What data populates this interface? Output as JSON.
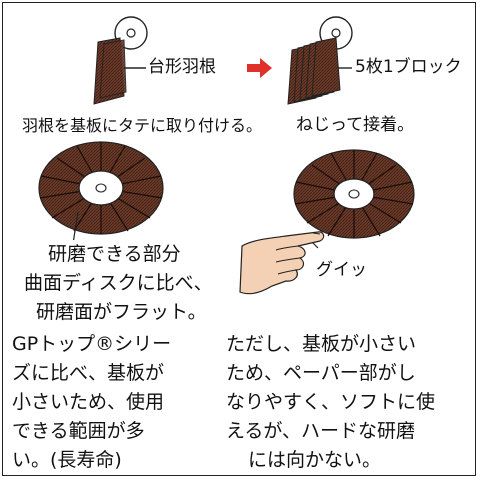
{
  "labels": {
    "trapezoid_blade": "台形羽根",
    "five_per_block": "5枚1ブロック",
    "attach_vertically": "羽根を基板にタテに取り付ける。",
    "twist_glue": "ねじって接着。",
    "squish": "グイッ"
  },
  "left_text": {
    "lines": [
      "研磨できる部分",
      "曲面ディスクに比べ、",
      "研磨面がフラット。"
    ]
  },
  "gp_text": {
    "lines": [
      "GPトップ®シリー",
      "ズに比べ、基板が",
      "小さいため、使用",
      "できる範囲が多",
      "い。(長寿命)"
    ]
  },
  "right_text": {
    "lines": [
      "ただし、基板が小さい",
      "ため、ペーパー部がし",
      "なりやすく、ソフトに使",
      "えるが、ハードな研磨",
      "には向かない。"
    ]
  },
  "colors": {
    "blade": "#6b3a2a",
    "blade_dark": "#3e1f15",
    "arrow": "#e0302a",
    "hand": "#f4d0b4"
  }
}
